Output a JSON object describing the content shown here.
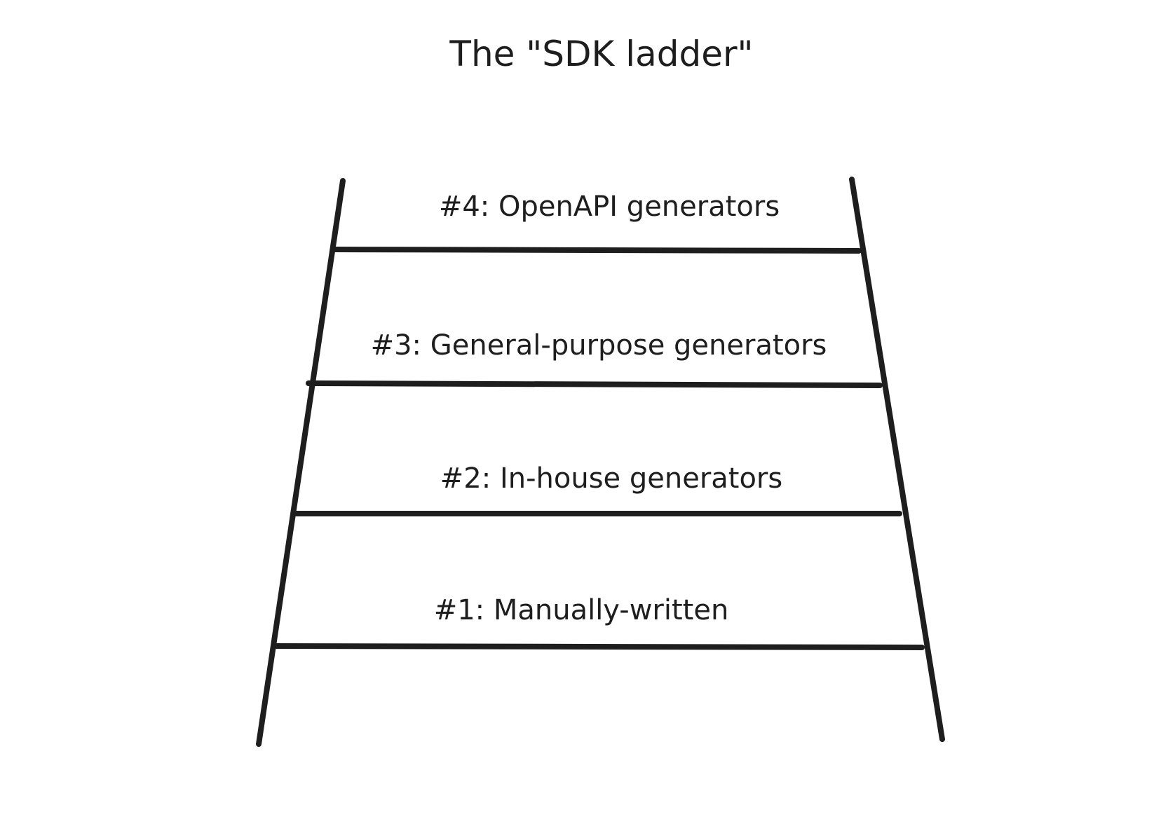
{
  "title": "The \"SDK ladder\"",
  "rungs": [
    {
      "label": "#4: OpenAPI generators"
    },
    {
      "label": "#3: General-purpose generators"
    },
    {
      "label": "#2: In-house generators"
    },
    {
      "label": "#1: Manually-written"
    }
  ],
  "colors": {
    "ink": "#1e1e1e",
    "background": "#ffffff"
  }
}
